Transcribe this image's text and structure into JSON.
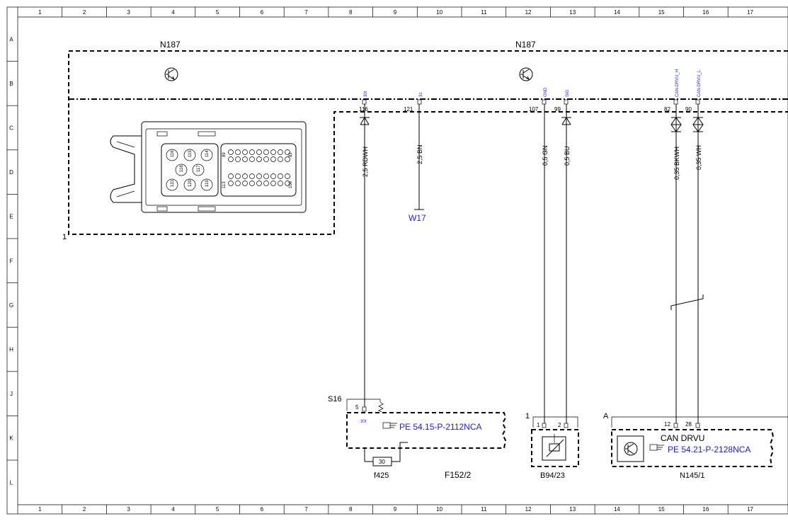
{
  "grid": {
    "columns": [
      "1",
      "2",
      "3",
      "4",
      "5",
      "6",
      "7",
      "8",
      "9",
      "10",
      "11",
      "12",
      "13",
      "14",
      "15",
      "16",
      "17"
    ],
    "rows": [
      "A",
      "B",
      "C",
      "D",
      "E",
      "F",
      "G",
      "H",
      "J",
      "K",
      "L"
    ]
  },
  "components": {
    "n187_left_label": "N187",
    "n187_right_label": "N187",
    "connector_callout": "1",
    "w17": "W17",
    "s16": "S16",
    "f425": "f425",
    "f425_rating": "30",
    "f152_2": "F152/2",
    "b94_23": "B94/23",
    "n145_1": "N145/1",
    "n145_1_title": "CAN DRVU",
    "n145_1_callout": "A",
    "b94_23_callout": "1"
  },
  "connector_pins": {
    "p116": "116",
    "p115": "115",
    "p114": "114",
    "p118": "118",
    "p117": "117",
    "p121": "121",
    "p120": "120",
    "p119": "119",
    "p89": "89",
    "p82": "82",
    "p113": "113",
    "p106": "106"
  },
  "pins": [
    {
      "num": "116",
      "signal": "30t"
    },
    {
      "num": "121",
      "signal": "31"
    },
    {
      "num": "107",
      "signal": "GND"
    },
    {
      "num": "99",
      "signal": "SIG"
    },
    {
      "num": "82",
      "signal": "CAN-DRVU_H"
    },
    {
      "num": "90",
      "signal": "CAN-DRVU_L"
    }
  ],
  "wires": {
    "w116": "2,5 RDWH",
    "w121": "2,5 BN",
    "w107": "0,5 GN",
    "w99": "0,5 BU",
    "w82": "0,35 BKWH",
    "w90": "0,35 WH"
  },
  "lower_pins": {
    "s16_pin": "5",
    "s16_signal": "30t",
    "b94_p1": "1",
    "b94_p2": "2",
    "n145_p12": "12",
    "n145_p28": "28"
  },
  "links": {
    "f152_ref": "PE 54.15-P-2112NCA",
    "n145_ref": "PE 54.21-P-2128NCA"
  },
  "colors": {
    "link": "#1a1aff",
    "line": "#000000"
  }
}
